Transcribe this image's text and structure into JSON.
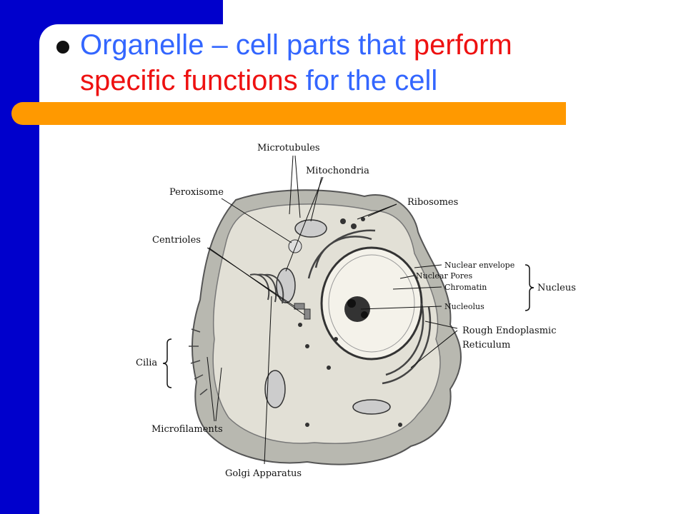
{
  "slide": {
    "heading": {
      "term": "Organelle",
      "dash": " – cell parts that ",
      "emphasis_1": "perform",
      "emphasis_2": "specific functions",
      "rest": " for the cell"
    },
    "colors": {
      "sidebar": "#0000cc",
      "accent_bar": "#ff9900",
      "heading_text": "#3366ff",
      "emphasis_text": "#ee1111"
    }
  },
  "diagram_labels": {
    "microtubules": "Microtubules",
    "mitochondria": "Mitochondria",
    "peroxisome": "Peroxisome",
    "ribosomes": "Ribosomes",
    "centrioles": "Centrioles",
    "nuclear_envelope": "Nuclear envelope",
    "nuclear_pores": "Nuclear Pores",
    "chromatin": "Chromatin",
    "nucleolus": "Nucleolus",
    "nucleus": "Nucleus",
    "rough_er_line1": "Rough Endoplasmic",
    "rough_er_line2": "Reticulum",
    "cilia": "Cilia",
    "microfilaments": "Microfilaments",
    "golgi": "Golgi Apparatus"
  }
}
